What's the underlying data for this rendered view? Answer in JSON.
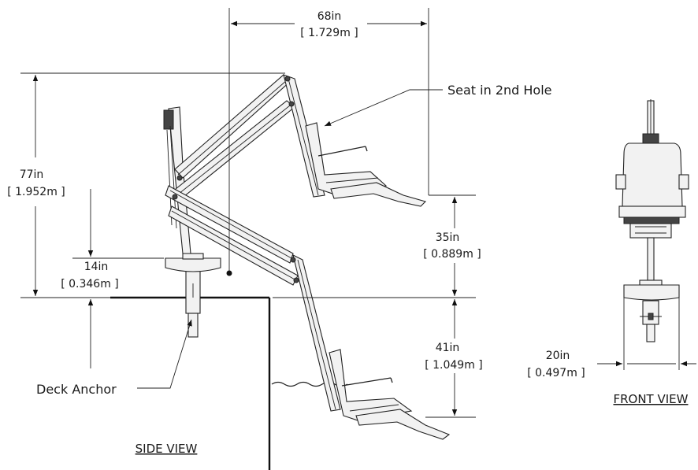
{
  "dimensions": {
    "width_top": {
      "imperial": "68in",
      "metric": "[ 1.729m ]"
    },
    "height_total": {
      "imperial": "77in",
      "metric": "[ 1.952m ]"
    },
    "anchor_height": {
      "imperial": "14in",
      "metric": "[ 0.346m ]"
    },
    "seat_above_deck": {
      "imperial": "35in",
      "metric": "[ 0.889m ]"
    },
    "seat_below_deck": {
      "imperial": "41in",
      "metric": "[ 1.049m ]"
    },
    "front_width": {
      "imperial": "20in",
      "metric": "[ 0.497m ]"
    }
  },
  "labels": {
    "seat_hole": "Seat in 2nd Hole",
    "deck_anchor": "Deck Anchor",
    "side_view": "SIDE VIEW",
    "front_view": "FRONT VIEW"
  }
}
